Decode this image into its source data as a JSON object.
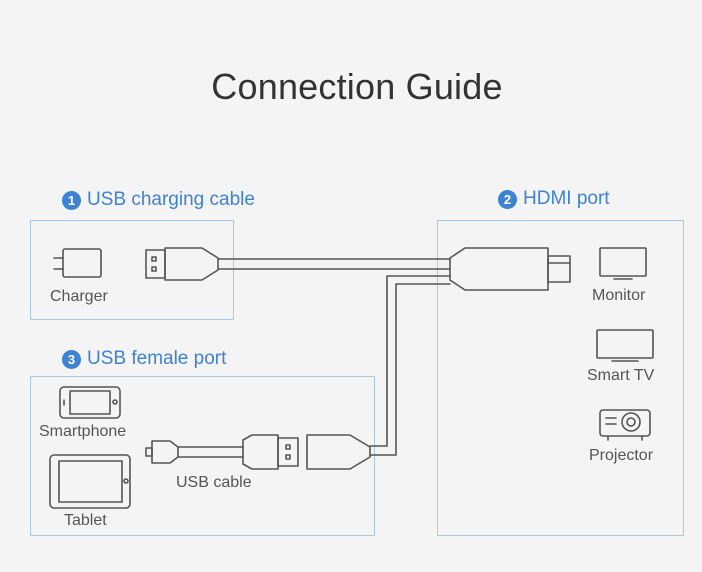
{
  "title": "Connection Guide",
  "sections": [
    {
      "number": "1",
      "label": "USB charging cable"
    },
    {
      "number": "2",
      "label": "HDMI port"
    },
    {
      "number": "3",
      "label": "USB female port"
    }
  ],
  "devices": {
    "charger": "Charger",
    "monitor": "Monitor",
    "smart_tv": "Smart TV",
    "projector": "Projector",
    "smartphone": "Smartphone",
    "tablet": "Tablet",
    "usb_cable": "USB cable"
  },
  "colors": {
    "accent": "#3e82d4",
    "panel_border": "#a9c8e6",
    "line": "#555555",
    "background": "#f4f4f4"
  }
}
